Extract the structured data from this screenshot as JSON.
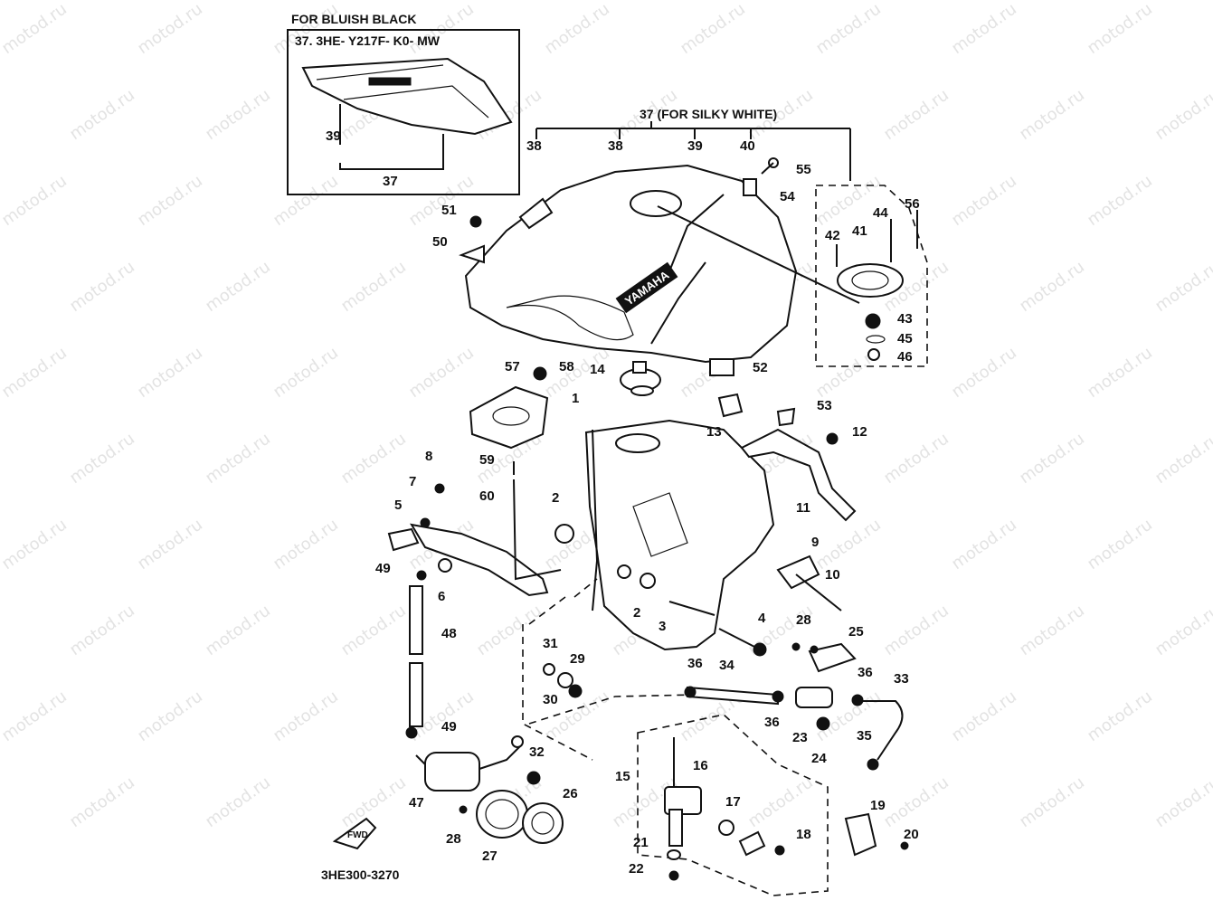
{
  "watermark": "motod.ru",
  "inset": {
    "heading": "FOR BLUISH BLACK",
    "part_code": "37. 3HE- Y217F- K0- MW"
  },
  "group_label": "37 (FOR SILKY WHITE)",
  "tank_badge": "YAMAHA",
  "diagram_code": "3HE300-3270",
  "front_arrow": "FWD",
  "callouts": [
    {
      "id": "c39a",
      "text": "39"
    },
    {
      "id": "c37a",
      "text": "37"
    },
    {
      "id": "c38a",
      "text": "38"
    },
    {
      "id": "c38b",
      "text": "38"
    },
    {
      "id": "c39b",
      "text": "39"
    },
    {
      "id": "c40",
      "text": "40"
    },
    {
      "id": "c55",
      "text": "55"
    },
    {
      "id": "c54",
      "text": "54"
    },
    {
      "id": "c51",
      "text": "51"
    },
    {
      "id": "c50",
      "text": "50"
    },
    {
      "id": "c56",
      "text": "56"
    },
    {
      "id": "c44",
      "text": "44"
    },
    {
      "id": "c42",
      "text": "42"
    },
    {
      "id": "c41",
      "text": "41"
    },
    {
      "id": "c43",
      "text": "43"
    },
    {
      "id": "c45",
      "text": "45"
    },
    {
      "id": "c46",
      "text": "46"
    },
    {
      "id": "c57",
      "text": "57"
    },
    {
      "id": "c58",
      "text": "58"
    },
    {
      "id": "c14",
      "text": "14"
    },
    {
      "id": "c52",
      "text": "52"
    },
    {
      "id": "c53",
      "text": "53"
    },
    {
      "id": "c13",
      "text": "13"
    },
    {
      "id": "c12",
      "text": "12"
    },
    {
      "id": "c1",
      "text": "1"
    },
    {
      "id": "c59",
      "text": "59"
    },
    {
      "id": "c8",
      "text": "8"
    },
    {
      "id": "c60",
      "text": "60"
    },
    {
      "id": "c2a",
      "text": "2"
    },
    {
      "id": "c7",
      "text": "7"
    },
    {
      "id": "c5",
      "text": "5"
    },
    {
      "id": "c11",
      "text": "11"
    },
    {
      "id": "c9",
      "text": "9"
    },
    {
      "id": "c10",
      "text": "10"
    },
    {
      "id": "c49a",
      "text": "49"
    },
    {
      "id": "c6",
      "text": "6"
    },
    {
      "id": "c2b",
      "text": "2"
    },
    {
      "id": "c3",
      "text": "3"
    },
    {
      "id": "c4",
      "text": "4"
    },
    {
      "id": "c48",
      "text": "48"
    },
    {
      "id": "c28a",
      "text": "28"
    },
    {
      "id": "c25",
      "text": "25"
    },
    {
      "id": "c31",
      "text": "31"
    },
    {
      "id": "c29",
      "text": "29"
    },
    {
      "id": "c30",
      "text": "30"
    },
    {
      "id": "c36a",
      "text": "36"
    },
    {
      "id": "c34",
      "text": "34"
    },
    {
      "id": "c36b",
      "text": "36"
    },
    {
      "id": "c33",
      "text": "33"
    },
    {
      "id": "c36c",
      "text": "36"
    },
    {
      "id": "c23",
      "text": "23"
    },
    {
      "id": "c24",
      "text": "24"
    },
    {
      "id": "c35",
      "text": "35"
    },
    {
      "id": "c49b",
      "text": "49"
    },
    {
      "id": "c32",
      "text": "32"
    },
    {
      "id": "c15",
      "text": "15"
    },
    {
      "id": "c16",
      "text": "16"
    },
    {
      "id": "c47",
      "text": "47"
    },
    {
      "id": "c26",
      "text": "26"
    },
    {
      "id": "c17",
      "text": "17"
    },
    {
      "id": "c19",
      "text": "19"
    },
    {
      "id": "c28b",
      "text": "28"
    },
    {
      "id": "c27",
      "text": "27"
    },
    {
      "id": "c18",
      "text": "18"
    },
    {
      "id": "c20",
      "text": "20"
    },
    {
      "id": "c21",
      "text": "21"
    },
    {
      "id": "c22",
      "text": "22"
    }
  ]
}
